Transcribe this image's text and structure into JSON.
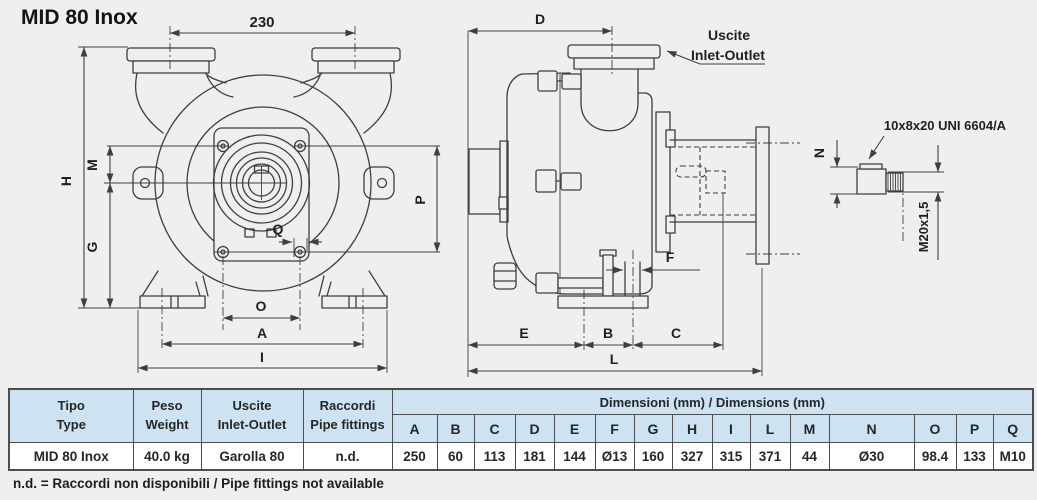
{
  "title": "MID 80 Inox",
  "labels": {
    "dim230": "230",
    "H": "H",
    "M": "M",
    "G": "G",
    "P": "P",
    "Q": "Q",
    "O": "O",
    "A": "A",
    "I": "I",
    "D": "D",
    "E": "E",
    "B": "B",
    "C": "C",
    "L": "L",
    "F": "F",
    "uscite": "Uscite",
    "inlet_outlet": "Inlet-Outlet",
    "key_spec": "10x8x20 UNI 6604/A",
    "N": "N",
    "thread": "M20x1,5"
  },
  "table": {
    "col_tipo": {
      "l1": "Tipo",
      "l2": "Type"
    },
    "col_peso": {
      "l1": "Peso",
      "l2": "Weight"
    },
    "col_uscite": {
      "l1": "Uscite",
      "l2": "Inlet-Outlet"
    },
    "col_raccordi": {
      "l1": "Raccordi",
      "l2": "Pipe fittings"
    },
    "dims_header": "Dimensioni (mm) / Dimensions (mm)",
    "letters": [
      "A",
      "B",
      "C",
      "D",
      "E",
      "F",
      "G",
      "H",
      "I",
      "L",
      "M",
      "N",
      "O",
      "P",
      "Q"
    ],
    "row": {
      "tipo": "MID 80 Inox",
      "peso": "40.0 kg",
      "uscite": "Garolla 80",
      "raccordi": "n.d.",
      "values": [
        "250",
        "60",
        "113",
        "181",
        "144",
        "Ø13",
        "160",
        "327",
        "315",
        "371",
        "44",
        "Ø30",
        "98.4",
        "133",
        "M10"
      ]
    }
  },
  "note": "n.d. = Raccordi non disponibili / Pipe fittings not available",
  "colors": {
    "header_blue": "#cde3f2",
    "row_gray": "#e7e7e7",
    "line": "#3f3f3f",
    "background": "#efefef"
  }
}
